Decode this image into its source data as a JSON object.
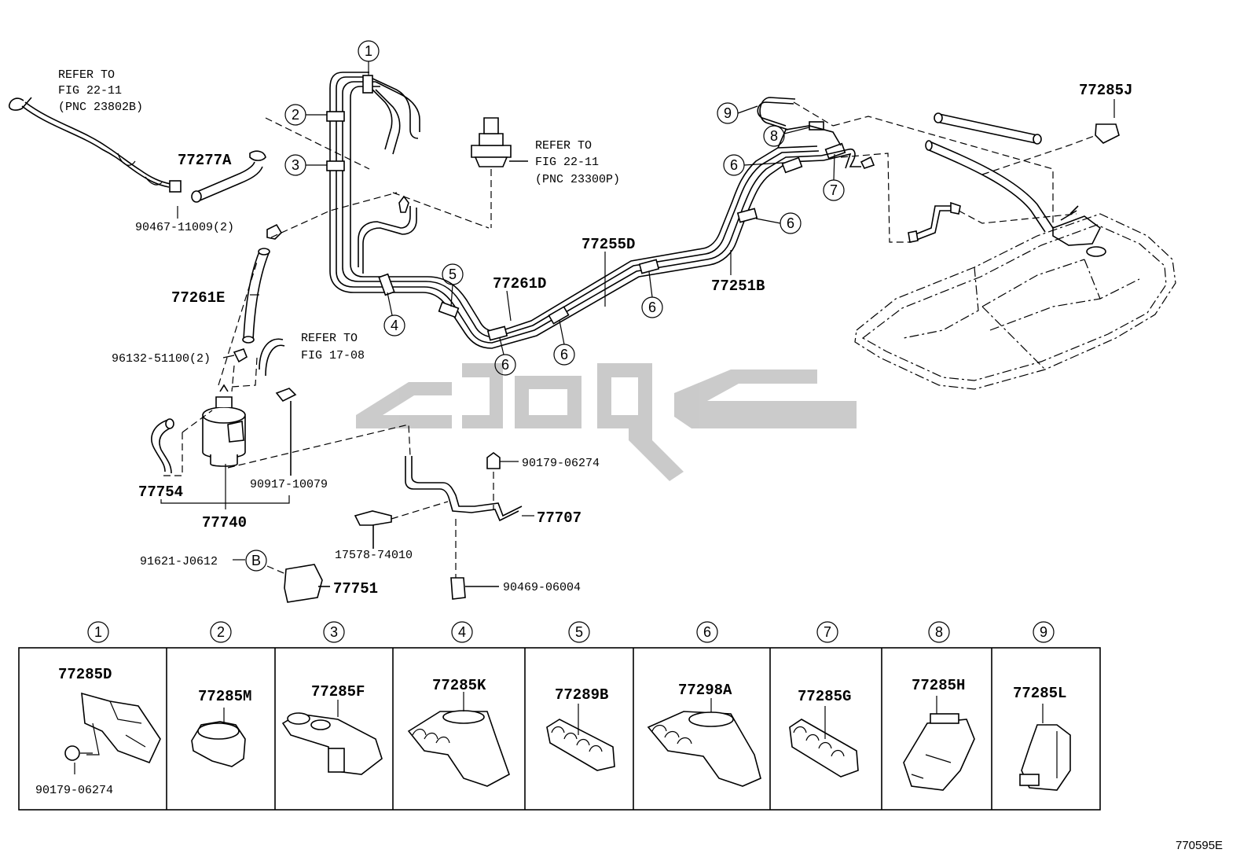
{
  "refer_notes": {
    "left_top": [
      "REFER TO",
      "FIG 22-11",
      "(PNC 23802B)"
    ],
    "center_top": [
      "REFER TO",
      "FIG 22-11",
      "(PNC 23300P)"
    ],
    "left_mid": [
      "REFER TO",
      "FIG 17-08"
    ]
  },
  "part_labels": {
    "p77277A": "77277A",
    "p90467": "90467-11009(2)",
    "p77261E": "77261E",
    "p96132": "96132-51100(2)",
    "p77754": "77754",
    "p77740": "77740",
    "p90917": "90917-10079",
    "p91621": "91621-J0612",
    "p77751": "77751",
    "p17578": "17578-74010",
    "p90179_main": "90179-06274",
    "p77707": "77707",
    "p90469": "90469-06004",
    "p77261D": "77261D",
    "p77255D": "77255D",
    "p77251B": "77251B",
    "p77285J": "77285J"
  },
  "callout_markers": {
    "m1": "1",
    "m2": "2",
    "m3": "3",
    "m4": "4",
    "m5": "5",
    "m6a": "6",
    "m6b": "6",
    "m6c": "6",
    "m6d": "6",
    "m6e": "6",
    "m7": "7",
    "m8": "8",
    "m9": "9",
    "mB": "B"
  },
  "clip_table": {
    "headers": [
      "1",
      "2",
      "3",
      "4",
      "5",
      "6",
      "7",
      "8",
      "9"
    ],
    "cells": [
      {
        "part": "77285D",
        "extra": "90179-06274"
      },
      {
        "part": "77285M"
      },
      {
        "part": "77285F"
      },
      {
        "part": "77285K"
      },
      {
        "part": "77289B"
      },
      {
        "part": "77298A"
      },
      {
        "part": "77285G"
      },
      {
        "part": "77285H"
      },
      {
        "part": "77285L"
      }
    ]
  },
  "illustration_number": "770595E",
  "watermark_color": "#c8c8c8"
}
